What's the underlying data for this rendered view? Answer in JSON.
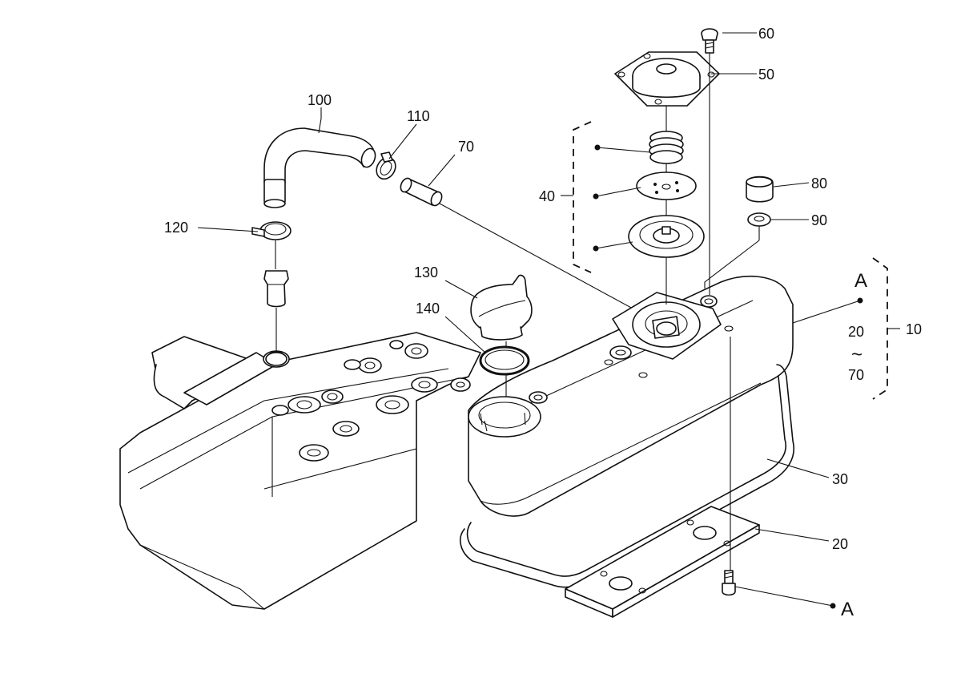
{
  "labels": {
    "p10": "10",
    "p20": "20",
    "p20b": "20",
    "p30": "30",
    "p40": "40",
    "p50": "50",
    "p60": "60",
    "p70": "70",
    "p70b": "70",
    "p80": "80",
    "p90": "90",
    "p100": "100",
    "p110": "110",
    "p120": "120",
    "p130": "130",
    "p140": "140",
    "refA_top": "A",
    "refA_bottom": "A",
    "range_sep": "~"
  }
}
